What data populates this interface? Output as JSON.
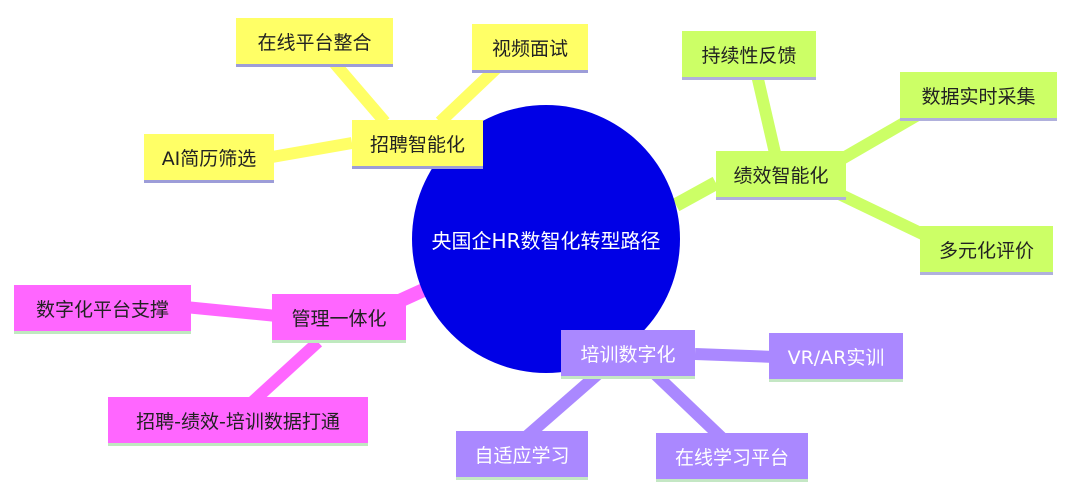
{
  "center": {
    "label": "央国企HR数智化转型路径",
    "color": "#0000e6"
  },
  "branches": {
    "recruit": {
      "label": "招聘智能化",
      "color": "#ffff66",
      "children": [
        "在线平台整合",
        "视频面试",
        "AI简历筛选"
      ]
    },
    "performance": {
      "label": "绩效智能化",
      "color": "#ccff66",
      "children": [
        "持续性反馈",
        "数据实时采集",
        "多元化评价"
      ]
    },
    "management": {
      "label": "管理一体化",
      "color": "#ff66ff",
      "children": [
        "数字化平台支撑",
        "招聘-绩效-培训数据打通"
      ]
    },
    "training": {
      "label": "培训数字化",
      "color": "#aa88ff",
      "children": [
        "VR/AR实训",
        "自适应学习",
        "在线学习平台"
      ]
    }
  }
}
